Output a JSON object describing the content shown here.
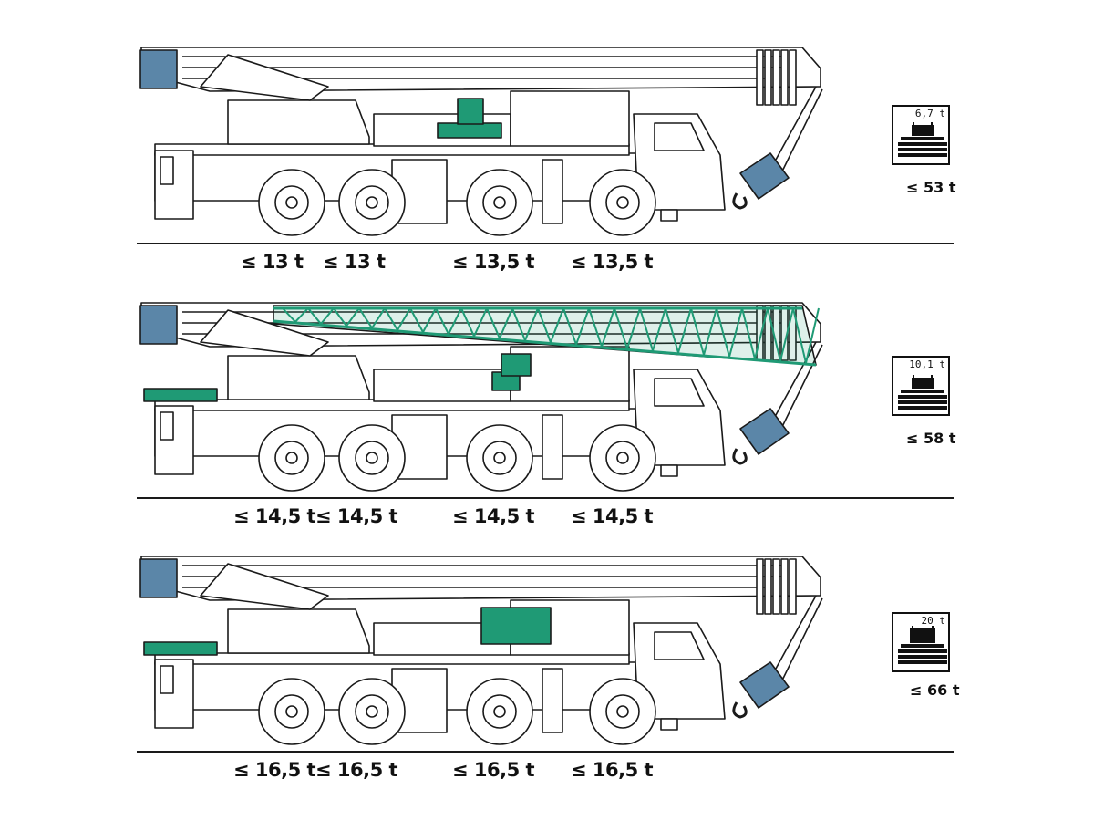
{
  "colors": {
    "ballast": "#1f9a75",
    "hook_block": "#5b86a8",
    "outline": "#1a1a1a"
  },
  "configurations": [
    {
      "axle_loads": [
        "≤ 13 t",
        "≤ 13 t",
        "≤ 13,5 t",
        "≤ 13,5 t"
      ],
      "counterweight_label": "6,7 t",
      "total_load": "≤ 53 t",
      "lattice_jib": false,
      "rear_ballast": false
    },
    {
      "axle_loads": [
        "≤ 14,5 t",
        "≤ 14,5 t",
        "≤ 14,5 t",
        "≤ 14,5 t"
      ],
      "counterweight_label": "10,1 t",
      "total_load": "≤ 58 t",
      "lattice_jib": true,
      "rear_ballast": true
    },
    {
      "axle_loads": [
        "≤ 16,5 t",
        "≤ 16,5 t",
        "≤ 16,5 t",
        "≤ 16,5 t"
      ],
      "counterweight_label": "20 t",
      "total_load": "≤ 66 t",
      "lattice_jib": false,
      "rear_ballast": true
    }
  ]
}
